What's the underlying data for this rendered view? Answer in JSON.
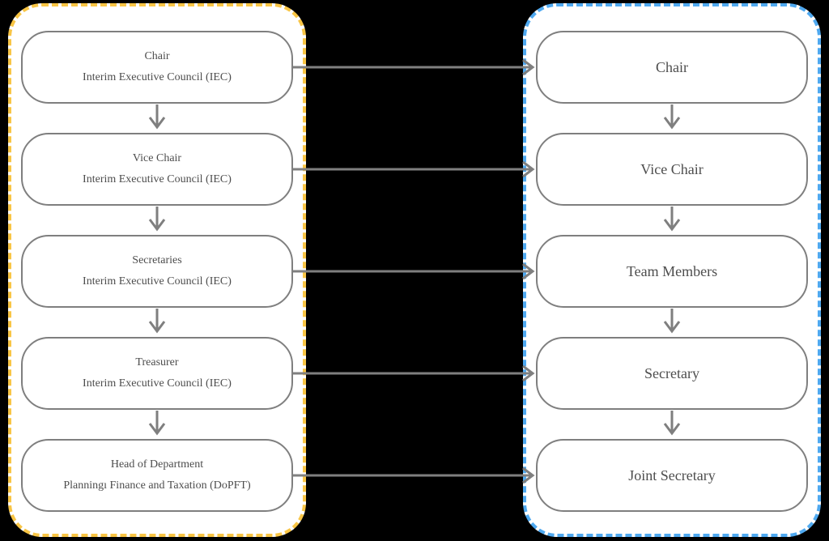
{
  "diagram": {
    "background_color": "#000000",
    "left_panel": {
      "border_color": "#F8C545",
      "boxes": [
        {
          "line1": "Chair",
          "line2": "Interim Executive Council (IEC)"
        },
        {
          "line1": "Vice Chair",
          "line2": "Interim Executive Council (IEC)"
        },
        {
          "line1": "Secretaries",
          "line2": "Interim Executive Council (IEC)"
        },
        {
          "line1": "Treasurer",
          "line2": "Interim Executive Council (IEC)"
        },
        {
          "line1": "Head of Department",
          "line2": "Planningı Finance and Taxation (DoPFT)"
        }
      ]
    },
    "right_panel": {
      "border_color": "#4FA9F0",
      "boxes": [
        {
          "label": "Chair"
        },
        {
          "label": "Vice Chair"
        },
        {
          "label": "Team Members"
        },
        {
          "label": "Secretary"
        },
        {
          "label": "Joint Secretary"
        }
      ]
    },
    "connectors": {
      "color": "#7f7f7f",
      "box_border_color": "#7f7f7f",
      "text_color": "#4d4d4d",
      "horizontal_count": 5,
      "vertical_per_panel": 4
    }
  }
}
